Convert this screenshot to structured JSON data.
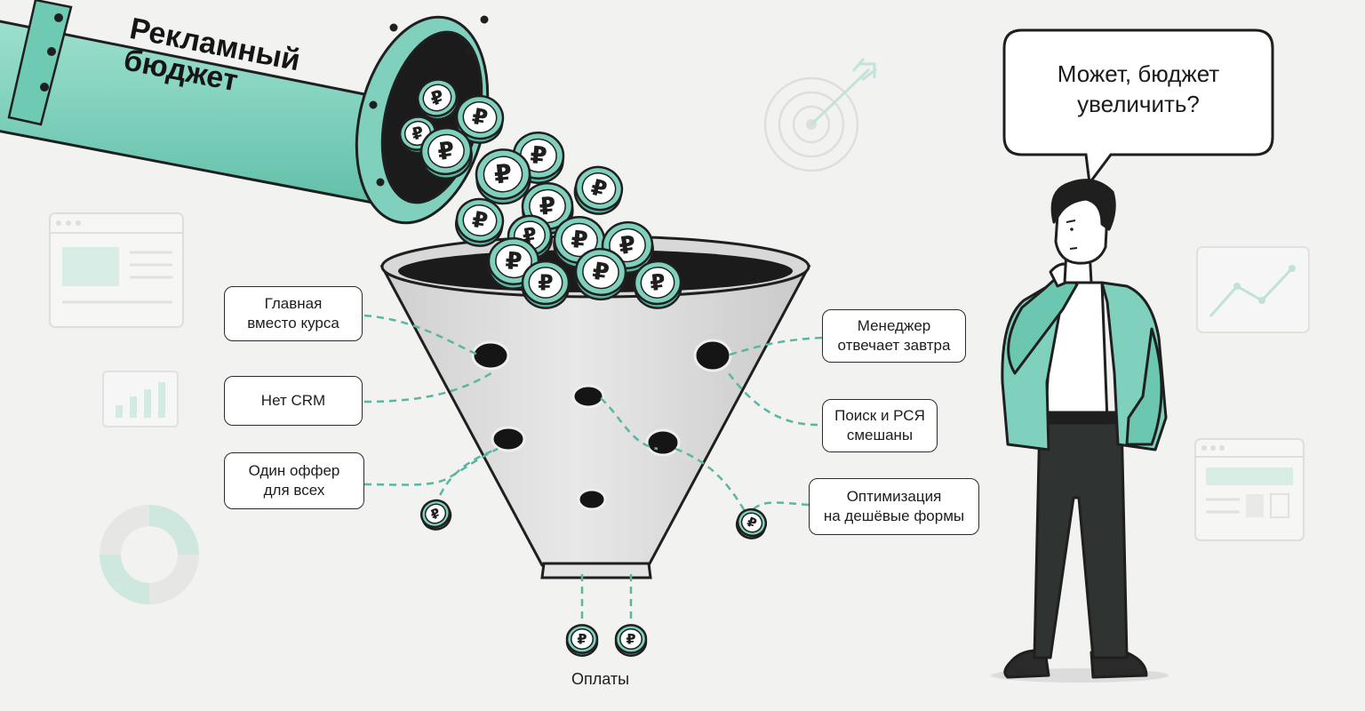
{
  "pipe": {
    "title": "Рекламный\nбюджет"
  },
  "speech_bubble": {
    "text": "Может, бюджет\nувеличить?"
  },
  "labels": {
    "left": [
      {
        "text": "Главная\nвместо курса"
      },
      {
        "text": "Нет CRM"
      },
      {
        "text": "Один оффер\nдля всех"
      }
    ],
    "right": [
      {
        "text": "Менеджер\nотвечает завтра"
      },
      {
        "text": "Поиск и РСЯ\nсмешаны"
      },
      {
        "text": "Оптимизация\nна дешёвые формы"
      }
    ]
  },
  "payments": {
    "label": "Оплаты"
  },
  "coin": {
    "symbol": "₽"
  },
  "colors": {
    "accent": "#7fd1bd",
    "accent_dark": "#5ab6a0",
    "ink": "#1f1f1f",
    "funnel": "#d9d9d9",
    "pants": "#2f3432"
  },
  "icons": [
    "target-icon",
    "bar-chart-icon",
    "donut-chart-icon",
    "line-chart-icon",
    "browser-window-icon"
  ]
}
